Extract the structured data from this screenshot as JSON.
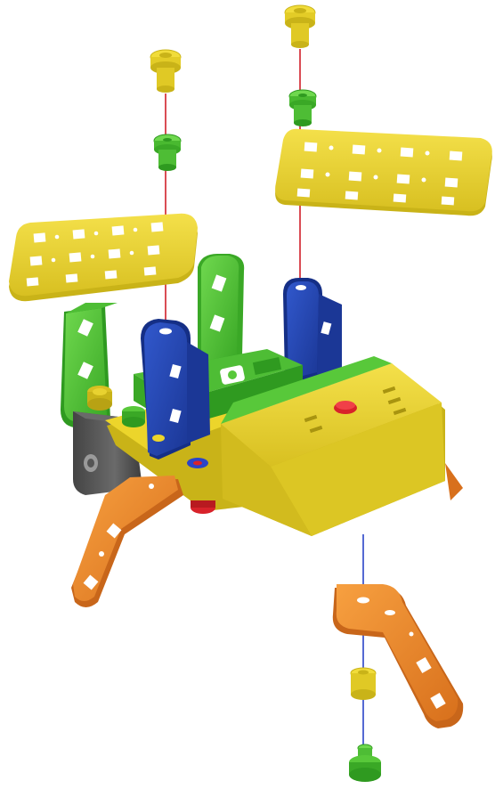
{
  "diagram": {
    "kind": "exploded-assembly",
    "background": "#ffffff",
    "colors": {
      "yellow": "#ecd52b",
      "yellow_dark": "#c9b318",
      "yellow_shade": "#d8c021",
      "green": "#58c83a",
      "green_dark": "#2f9a20",
      "blue": "#2347b8",
      "blue_dark": "#152f86",
      "orange": "#f08c2a",
      "orange_dark": "#c8661a",
      "gray": "#5b5b5b",
      "gray_dark": "#3a3a3a",
      "red": "#d8222a",
      "axis_red": "#d0202a",
      "axis_blue": "#2a44c8",
      "hole": "#ffffff"
    },
    "parts": [
      {
        "name": "yellow-screw-left",
        "color": "yellow"
      },
      {
        "name": "green-spacer-left",
        "color": "green"
      },
      {
        "name": "yellow-screw-right",
        "color": "yellow"
      },
      {
        "name": "green-spacer-right",
        "color": "green"
      },
      {
        "name": "yellow-plate-left",
        "color": "yellow"
      },
      {
        "name": "yellow-plate-right",
        "color": "yellow"
      },
      {
        "name": "green-bracket-left",
        "color": "green"
      },
      {
        "name": "green-bracket-center",
        "color": "green"
      },
      {
        "name": "blue-bracket-left",
        "color": "blue"
      },
      {
        "name": "blue-bracket-right",
        "color": "blue"
      },
      {
        "name": "battery-box",
        "color": "yellow"
      },
      {
        "name": "motor",
        "color": "gray"
      },
      {
        "name": "orange-leg-left",
        "color": "orange"
      },
      {
        "name": "orange-leg-right",
        "color": "orange"
      },
      {
        "name": "yellow-screw-bottom",
        "color": "yellow"
      },
      {
        "name": "green-spacer-bottom",
        "color": "green"
      }
    ]
  }
}
